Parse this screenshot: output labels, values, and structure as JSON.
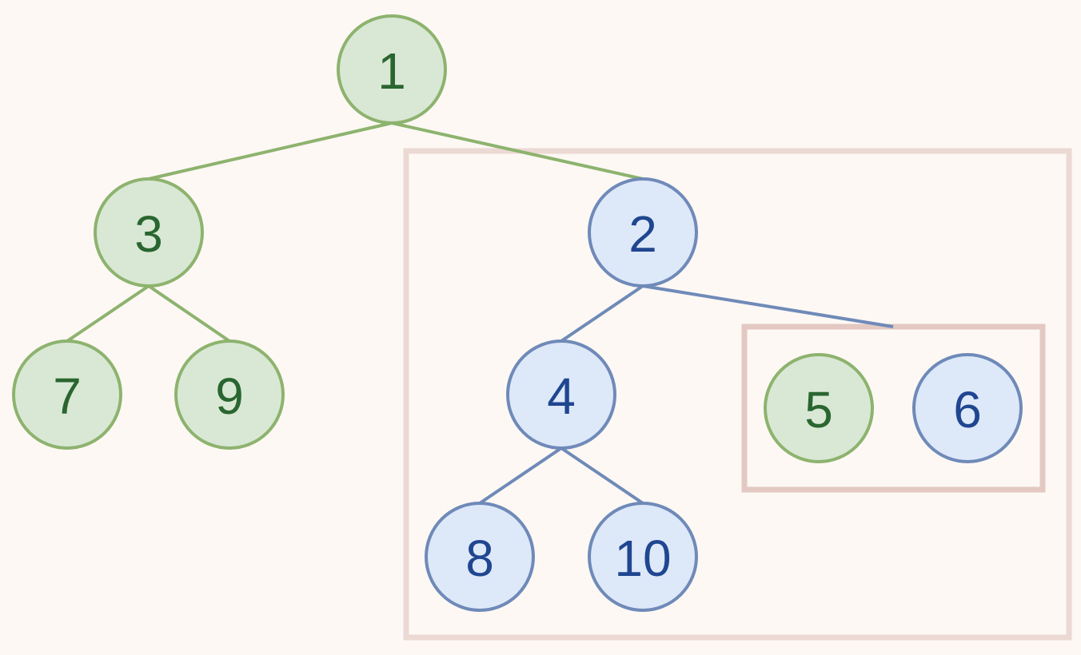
{
  "colors": {
    "background": "#fdf8f4",
    "green_fill": "#d9e8d5",
    "green_stroke": "#8db36e",
    "green_text": "#2a6630",
    "blue_fill": "#dde8f9",
    "blue_stroke": "#6f8ab8",
    "blue_text": "#1f4690",
    "box_outer": "#ecd9d4",
    "box_inner": "#e3c9c2"
  },
  "nodes": [
    {
      "id": "n1",
      "label": "1",
      "theme": "green"
    },
    {
      "id": "n3",
      "label": "3",
      "theme": "green"
    },
    {
      "id": "n2",
      "label": "2",
      "theme": "blue"
    },
    {
      "id": "n7",
      "label": "7",
      "theme": "green"
    },
    {
      "id": "n9",
      "label": "9",
      "theme": "green"
    },
    {
      "id": "n4",
      "label": "4",
      "theme": "blue"
    },
    {
      "id": "n5",
      "label": "5",
      "theme": "green"
    },
    {
      "id": "n6",
      "label": "6",
      "theme": "blue"
    },
    {
      "id": "n8",
      "label": "8",
      "theme": "blue"
    },
    {
      "id": "n10",
      "label": "10",
      "theme": "blue"
    }
  ],
  "edges": [
    {
      "from": "n1",
      "to": "n3",
      "theme": "green"
    },
    {
      "from": "n1",
      "to": "n2",
      "theme": "green"
    },
    {
      "from": "n3",
      "to": "n7",
      "theme": "green"
    },
    {
      "from": "n3",
      "to": "n9",
      "theme": "green"
    },
    {
      "from": "n2",
      "to": "n4",
      "theme": "blue"
    },
    {
      "from": "n2",
      "to": "group-inner",
      "theme": "blue"
    },
    {
      "from": "n4",
      "to": "n8",
      "theme": "blue"
    },
    {
      "from": "n4",
      "to": "n10",
      "theme": "blue"
    }
  ]
}
